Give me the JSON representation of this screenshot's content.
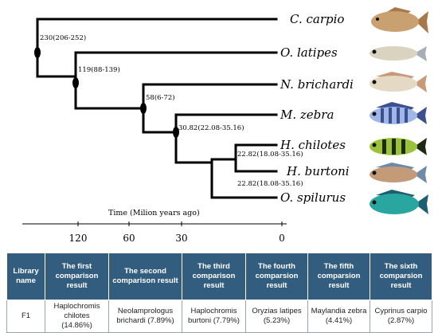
{
  "tree": {
    "species": [
      "C. carpio",
      "O. latipes",
      "N. brichardi",
      "M. zebra",
      "H. chilotes",
      "H. burtoni",
      "O. spilurus"
    ],
    "node_labels": [
      "230(206-252)",
      "119(88-139)",
      "58(6-72)",
      "30.82(22.08-35.16)",
      "22.82(18.08-35.16)",
      "22.82(18.08-35.16)"
    ],
    "axis": {
      "title": "Time (Milion years ago)",
      "ticks": [
        "120",
        "60",
        "30",
        "0"
      ]
    },
    "colors": {
      "branch": "#000000",
      "node": "#000000"
    }
  },
  "fish_icons": [
    {
      "name": "common-carp-fish-icon",
      "body": "#c9a070",
      "fin": "#a8784a"
    },
    {
      "name": "medaka-fish-icon",
      "body": "#d9d3c0",
      "fin": "#a6aeb8"
    },
    {
      "name": "neolamprologus-fish-icon",
      "body": "#e3d9c4",
      "fin": "#c99a78"
    },
    {
      "name": "zebra-mbuna-fish-icon",
      "body": "#9fb6e8",
      "fin": "#3e4f8f"
    },
    {
      "name": "haplochromis-chilotes-fish-icon",
      "body": "#9bc23b",
      "fin": "#1e2a12"
    },
    {
      "name": "haplochromis-burtoni-fish-icon",
      "body": "#c49b78",
      "fin": "#6f8aa8"
    },
    {
      "name": "tilapia-fish-icon",
      "body": "#2aa6a0",
      "fin": "#1d5f70"
    }
  ],
  "table": {
    "headers": [
      "Library name",
      "The first comparison result",
      "The second comparison result",
      "The third comparison result",
      "The fourth comparsion result",
      "The fifth comparsion result",
      "The sixth comparsion result"
    ],
    "row": [
      "F1",
      "Haplochromis chilotes (14.86%)",
      "Neolamprologus brichardi (7.89%)",
      "Haplochromis burtoni (7.79%)",
      "Oryzias latipes (5.23%)",
      "Maylandia zebra (4.41%)",
      "Cyprinus carpio (2.87%)"
    ],
    "colors": {
      "header_bg": "#335d7e",
      "header_text": "#ffffff",
      "border": "#9aa4ad"
    }
  }
}
